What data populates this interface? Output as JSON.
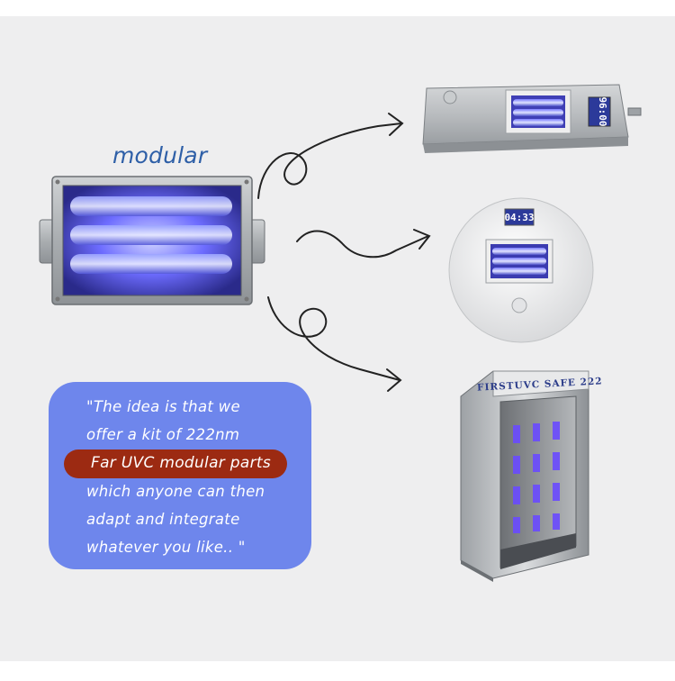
{
  "heading": {
    "modular": "modular"
  },
  "quote": {
    "line1": "\"The idea is that we",
    "line2": "offer a kit of 222nm",
    "highlight": "Far UVC modular parts",
    "line3": "which anyone can then",
    "line4": "adapt and integrate",
    "line5": "whatever you like.. \""
  },
  "products": {
    "handheld_display": "96:00",
    "round_display": "04:33",
    "booth_sign": "FIRSTUVC SAFE 222"
  },
  "colors": {
    "background": "#eeeeef",
    "heading_text": "#2e5fa7",
    "quote_box": "#6e86ec",
    "highlight_pill": "#9c2a12",
    "uv_glow": "#5a5cff"
  },
  "icons": {
    "arrows": [
      "curly-arrow-icon",
      "wave-arrow-icon",
      "curly-arrow-icon"
    ]
  }
}
